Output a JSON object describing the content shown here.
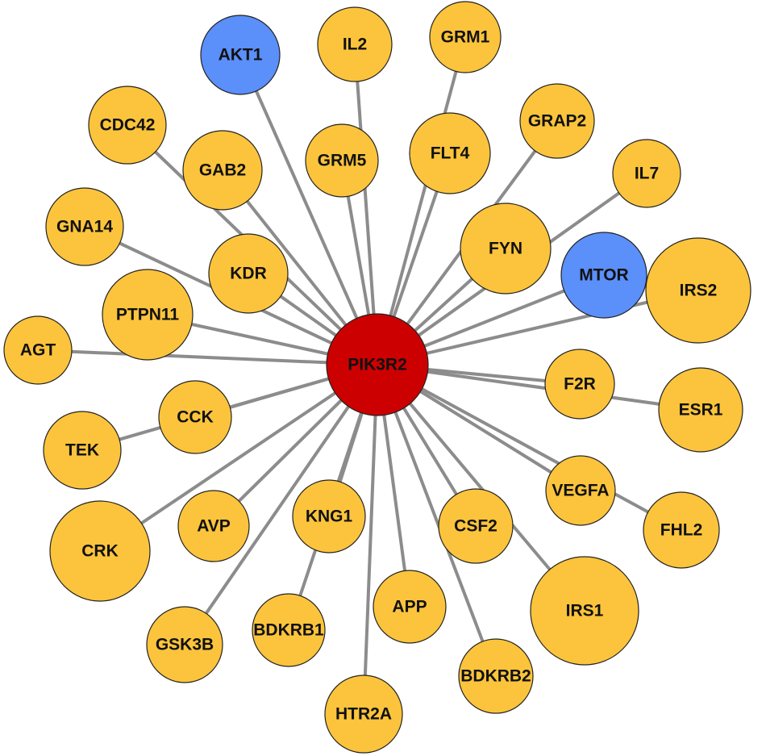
{
  "diagram": {
    "type": "network",
    "hub": "PIK3R2",
    "colors": {
      "hub": "#cc0000",
      "highlight": "#5b8ff9",
      "default": "#fcc43c",
      "edge": "#8c8c8c"
    },
    "nodes": [
      {
        "id": "PIK3R2",
        "label": "PIK3R2",
        "group": "hub"
      },
      {
        "id": "AKT1",
        "label": "AKT1",
        "group": "highlight"
      },
      {
        "id": "MTOR",
        "label": "MTOR",
        "group": "highlight"
      },
      {
        "id": "IL2",
        "label": "IL2",
        "group": "default"
      },
      {
        "id": "GRM1",
        "label": "GRM1",
        "group": "default"
      },
      {
        "id": "CDC42",
        "label": "CDC42",
        "group": "default"
      },
      {
        "id": "GRAP2",
        "label": "GRAP2",
        "group": "default"
      },
      {
        "id": "GAB2",
        "label": "GAB2",
        "group": "default"
      },
      {
        "id": "GRM5",
        "label": "GRM5",
        "group": "default"
      },
      {
        "id": "FLT4",
        "label": "FLT4",
        "group": "default"
      },
      {
        "id": "IL7",
        "label": "IL7",
        "group": "default"
      },
      {
        "id": "GNA14",
        "label": "GNA14",
        "group": "default"
      },
      {
        "id": "KDR",
        "label": "KDR",
        "group": "default"
      },
      {
        "id": "FYN",
        "label": "FYN",
        "group": "default"
      },
      {
        "id": "IRS2",
        "label": "IRS2",
        "group": "default"
      },
      {
        "id": "PTPN11",
        "label": "PTPN11",
        "group": "default"
      },
      {
        "id": "AGT",
        "label": "AGT",
        "group": "default"
      },
      {
        "id": "F2R",
        "label": "F2R",
        "group": "default"
      },
      {
        "id": "ESR1",
        "label": "ESR1",
        "group": "default"
      },
      {
        "id": "CCK",
        "label": "CCK",
        "group": "default"
      },
      {
        "id": "TEK",
        "label": "TEK",
        "group": "default"
      },
      {
        "id": "VEGFA",
        "label": "VEGFA",
        "group": "default"
      },
      {
        "id": "FHL2",
        "label": "FHL2",
        "group": "default"
      },
      {
        "id": "AVP",
        "label": "AVP",
        "group": "default"
      },
      {
        "id": "KNG1",
        "label": "KNG1",
        "group": "default"
      },
      {
        "id": "CSF2",
        "label": "CSF2",
        "group": "default"
      },
      {
        "id": "CRK",
        "label": "CRK",
        "group": "default"
      },
      {
        "id": "IRS1",
        "label": "IRS1",
        "group": "default"
      },
      {
        "id": "APP",
        "label": "APP",
        "group": "default"
      },
      {
        "id": "BDKRB1",
        "label": "BDKRB1",
        "group": "default"
      },
      {
        "id": "GSK3B",
        "label": "GSK3B",
        "group": "default"
      },
      {
        "id": "BDKRB2",
        "label": "BDKRB2",
        "group": "default"
      },
      {
        "id": "HTR2A",
        "label": "HTR2A",
        "group": "default"
      }
    ],
    "edges": [
      [
        "PIK3R2",
        "AKT1"
      ],
      [
        "PIK3R2",
        "IL2"
      ],
      [
        "PIK3R2",
        "GRM1"
      ],
      [
        "PIK3R2",
        "CDC42"
      ],
      [
        "PIK3R2",
        "GRAP2"
      ],
      [
        "PIK3R2",
        "GAB2"
      ],
      [
        "PIK3R2",
        "GRM5"
      ],
      [
        "PIK3R2",
        "FLT4"
      ],
      [
        "PIK3R2",
        "IL7"
      ],
      [
        "PIK3R2",
        "GNA14"
      ],
      [
        "PIK3R2",
        "KDR"
      ],
      [
        "PIK3R2",
        "FYN"
      ],
      [
        "PIK3R2",
        "MTOR"
      ],
      [
        "PIK3R2",
        "IRS2"
      ],
      [
        "PIK3R2",
        "PTPN11"
      ],
      [
        "PIK3R2",
        "AGT"
      ],
      [
        "PIK3R2",
        "F2R"
      ],
      [
        "PIK3R2",
        "ESR1"
      ],
      [
        "PIK3R2",
        "CCK"
      ],
      [
        "PIK3R2",
        "TEK"
      ],
      [
        "PIK3R2",
        "VEGFA"
      ],
      [
        "PIK3R2",
        "FHL2"
      ],
      [
        "PIK3R2",
        "AVP"
      ],
      [
        "PIK3R2",
        "KNG1"
      ],
      [
        "PIK3R2",
        "CSF2"
      ],
      [
        "PIK3R2",
        "CRK"
      ],
      [
        "PIK3R2",
        "IRS1"
      ],
      [
        "PIK3R2",
        "APP"
      ],
      [
        "PIK3R2",
        "BDKRB1"
      ],
      [
        "PIK3R2",
        "GSK3B"
      ],
      [
        "PIK3R2",
        "BDKRB2"
      ],
      [
        "PIK3R2",
        "HTR2A"
      ]
    ]
  }
}
